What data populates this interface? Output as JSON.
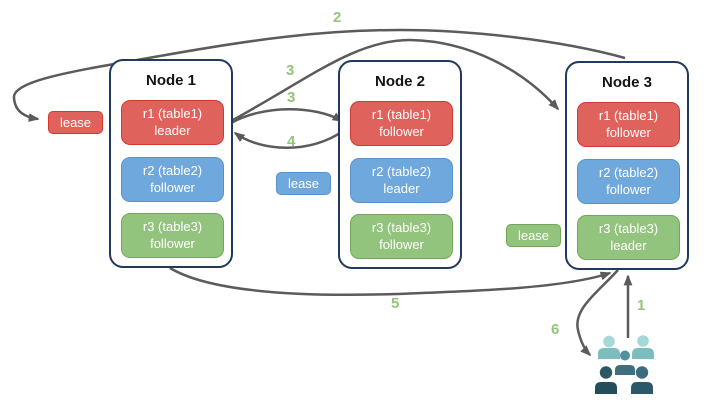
{
  "diagram": {
    "nodes": [
      {
        "title": "Node 1",
        "replicas": [
          {
            "name": "r1 (table1)",
            "role": "leader",
            "color": "red"
          },
          {
            "name": "r2 (table2)",
            "role": "follower",
            "color": "blue"
          },
          {
            "name": "r3 (table3)",
            "role": "follower",
            "color": "green"
          }
        ]
      },
      {
        "title": "Node 2",
        "replicas": [
          {
            "name": "r1 (table1)",
            "role": "follower",
            "color": "red"
          },
          {
            "name": "r2 (table2)",
            "role": "leader",
            "color": "blue"
          },
          {
            "name": "r3 (table3)",
            "role": "follower",
            "color": "green"
          }
        ]
      },
      {
        "title": "Node 3",
        "replicas": [
          {
            "name": "r1 (table1)",
            "role": "follower",
            "color": "red"
          },
          {
            "name": "r2 (table2)",
            "role": "follower",
            "color": "blue"
          },
          {
            "name": "r3 (table3)",
            "role": "leader",
            "color": "green"
          }
        ]
      }
    ],
    "leases": [
      {
        "label": "lease",
        "color": "red"
      },
      {
        "label": "lease",
        "color": "blue"
      },
      {
        "label": "lease",
        "color": "green"
      }
    ],
    "steps": {
      "s1": "1",
      "s2": "2",
      "s3a": "3",
      "s3b": "3",
      "s4": "4",
      "s5": "5",
      "s6": "6"
    },
    "icons": [
      "users-group-icon"
    ],
    "colors": {
      "replica_red": "#E0625C",
      "replica_red_border": "#D03A33",
      "replica_blue": "#6FA8DC",
      "replica_blue_border": "#5A92CC",
      "replica_green": "#93C47D",
      "replica_green_border": "#73A65A",
      "node_border": "#21395C",
      "arrow_gray": "#5B5B5B",
      "step_label_green": "#93C47D",
      "users_light_teal": "#A6D8D8",
      "users_medium_teal": "#4E929D",
      "users_dark_teal": "#2E5765"
    }
  }
}
